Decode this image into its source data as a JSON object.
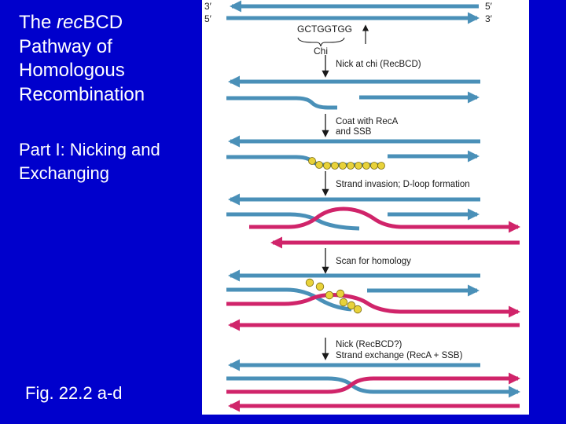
{
  "title": {
    "prefix": "The ",
    "italic": "rec",
    "line1_rest": "BCD",
    "line2": "Pathway of",
    "line3": "Homologous",
    "line4": "Recombination"
  },
  "subtitle": "Part I: Nicking and Exchanging",
  "figure_ref": "Fig. 22.2 a-d",
  "diagram": {
    "end_3prime": "3′",
    "end_5prime": "5′",
    "sequence": "GCTGGTGG",
    "chi_label": "Chi",
    "steps": [
      "Nick at chi (RecBCD)",
      "Coat with RecA",
      "and SSB",
      "Strand invasion; D-loop formation",
      "Scan for homology",
      "Nick (RecBCD?)",
      "Strand exchange (RecA + SSB)"
    ],
    "colors": {
      "blue_strand": "#4a90b8",
      "red_strand": "#d0246a",
      "protein": "#e8d23a",
      "text": "#1a1a1a"
    }
  }
}
